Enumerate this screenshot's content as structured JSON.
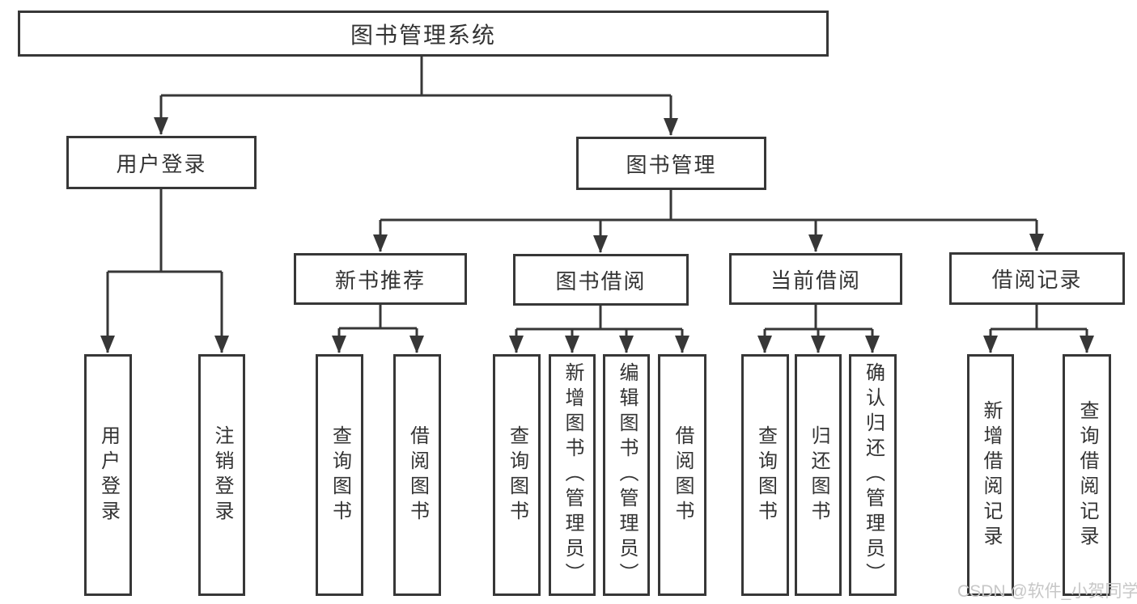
{
  "tree": {
    "label": "图书管理系统",
    "children": [
      {
        "label": "用户登录",
        "children": [
          {
            "label": "用户登录"
          },
          {
            "label": "注销登录"
          }
        ]
      },
      {
        "label": "图书管理",
        "children": [
          {
            "label": "新书推荐",
            "children": [
              {
                "label": "查询图书"
              },
              {
                "label": "借阅图书"
              }
            ]
          },
          {
            "label": "图书借阅",
            "children": [
              {
                "label": "查询图书"
              },
              {
                "label": "新增图书（管理员）"
              },
              {
                "label": "编辑图书（管理员）"
              },
              {
                "label": "借阅图书"
              }
            ]
          },
          {
            "label": "当前借阅",
            "children": [
              {
                "label": "查询图书"
              },
              {
                "label": "归还图书"
              },
              {
                "label": "确认归还（管理员）"
              }
            ]
          },
          {
            "label": "借阅记录",
            "children": [
              {
                "label": "新增借阅记录"
              },
              {
                "label": "查询借阅记录"
              }
            ]
          }
        ]
      }
    ]
  },
  "watermark": "CSDN @软件_小贺同学",
  "colors": {
    "line": "#373737",
    "text": "#333333",
    "watermark": "#c7c7c7",
    "background": "#ffffff"
  }
}
